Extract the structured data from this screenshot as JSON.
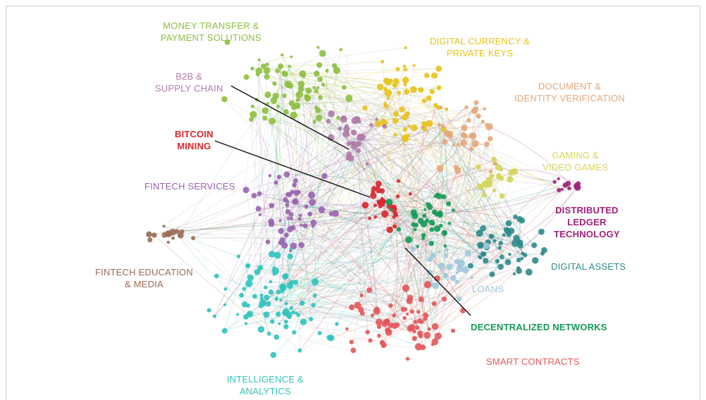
{
  "colors": {
    "money_transfer": "#8cbf3f",
    "digital_currency": "#e8c21a",
    "document_identity": "#e3a77a",
    "b2b_supply": "#b07aa8",
    "bitcoin_mining": "#d8262b",
    "gaming": "#d4d65a",
    "fintech_services": "#9a63b0",
    "distributed_ledger": "#a0227a",
    "fintech_education": "#9a6a55",
    "digital_assets": "#2f8a8c",
    "loans": "#9ec9dc",
    "intelligence": "#2fc3bc",
    "decentralized": "#129a57",
    "smart_contracts": "#e2585a",
    "edge": "#b8b8b8",
    "leader": "#111111"
  },
  "labels": {
    "money_transfer": "MONEY TRANSFER &\nPAYMENT SOLUTIONS",
    "digital_currency": "DIGITAL CURRENCY &\nPRIVATE KEYS",
    "document_identity": "DOCUMENT &\nIDENTITY VERIFICATION",
    "b2b_supply": "B2B &\nSUPPLY CHAIN",
    "bitcoin_mining": "BITCOIN\nMINING",
    "gaming": "GAMING &\nVIDEO GAMES",
    "fintech_services": "FINTECH SERVICES",
    "distributed_ledger": "DISTRIBUTED\nLEDGER\nTECHNOLOGY",
    "fintech_education": "FINTECH EDUCATION\n& MEDIA",
    "digital_assets": "DIGITAL ASSETS",
    "loans": "LOANS",
    "decentralized": "DECENTRALIZED NETWORKS",
    "smart_contracts": "SMART CONTRACTS",
    "intelligence": "INTELLIGENCE &\nANALYTICS"
  }
}
